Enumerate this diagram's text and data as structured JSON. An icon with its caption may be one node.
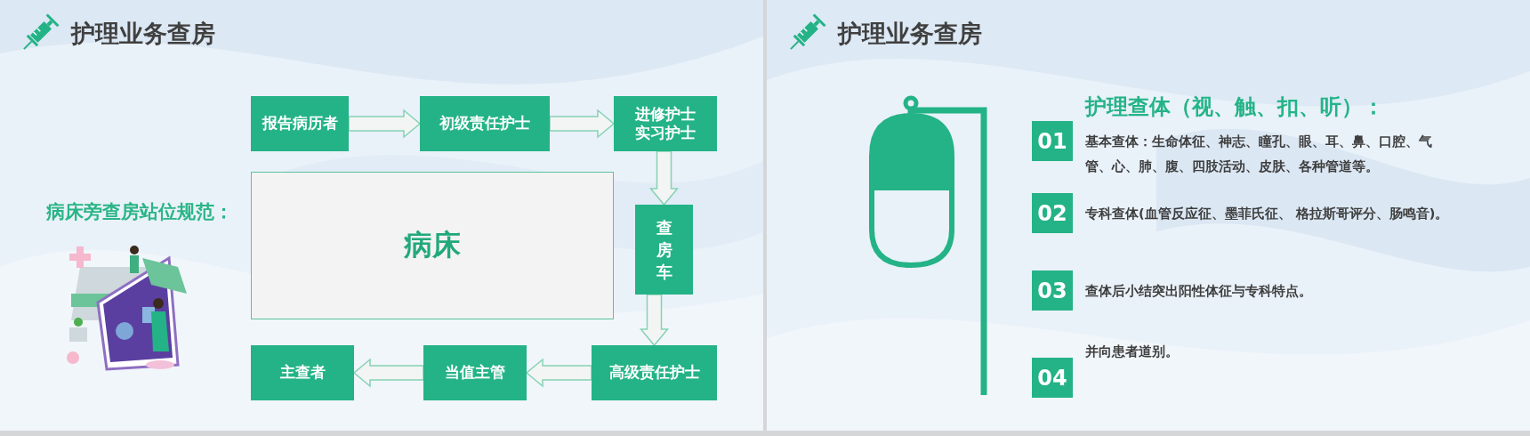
{
  "diagram": {
    "title": "护理业务查房",
    "nodes": [
      {
        "text": [
          "报告病历者"
        ]
      },
      {
        "text": [
          "初级责任护士"
        ]
      },
      {
        "text": [
          "进修护士实习护士"
        ]
      },
      {
        "text": [
          "病床"
        ]
      },
      {
        "text": [
          "查房车"
        ]
      },
      {
        "text": [
          "高级责任护士"
        ]
      },
      {
        "text": [
          "当值主管"
        ]
      },
      {
        "text": [
          "主查者"
        ]
      },
      {
        "text": [
          "01"
        ],
        "beside": [
          "基本查体：生命体征、神志、瞳孔、眼、耳、鼻、口腔、气管、心、肺、腹、四肢活动、皮肤、各种管道等。"
        ]
      },
      {
        "text": [
          "02"
        ],
        "beside": [
          "专科查体(血管反应征、墨菲氏征、 格拉斯哥评分、肠鸣音)。"
        ]
      },
      {
        "text": [
          "03"
        ],
        "beside": [
          "查体后小结突出阳性体征与专科特点。"
        ]
      },
      {
        "text": [
          "04"
        ],
        "beside": [
          "并向患者道别。"
        ]
      }
    ],
    "edges": [
      {
        "from": 0,
        "to": 1,
        "arrow": "to"
      },
      {
        "from": 1,
        "to": 2,
        "arrow": "to"
      },
      {
        "from": 2,
        "to": 4,
        "arrow": "to"
      },
      {
        "from": 4,
        "to": 5,
        "arrow": "to"
      },
      {
        "from": 5,
        "to": 6,
        "arrow": "to"
      },
      {
        "from": 6,
        "to": 7,
        "arrow": "to"
      }
    ],
    "labels": [
      "病床旁查房站位规范：",
      "护理业务查房",
      "护理查体（视、触、扣、听）："
    ]
  }
}
